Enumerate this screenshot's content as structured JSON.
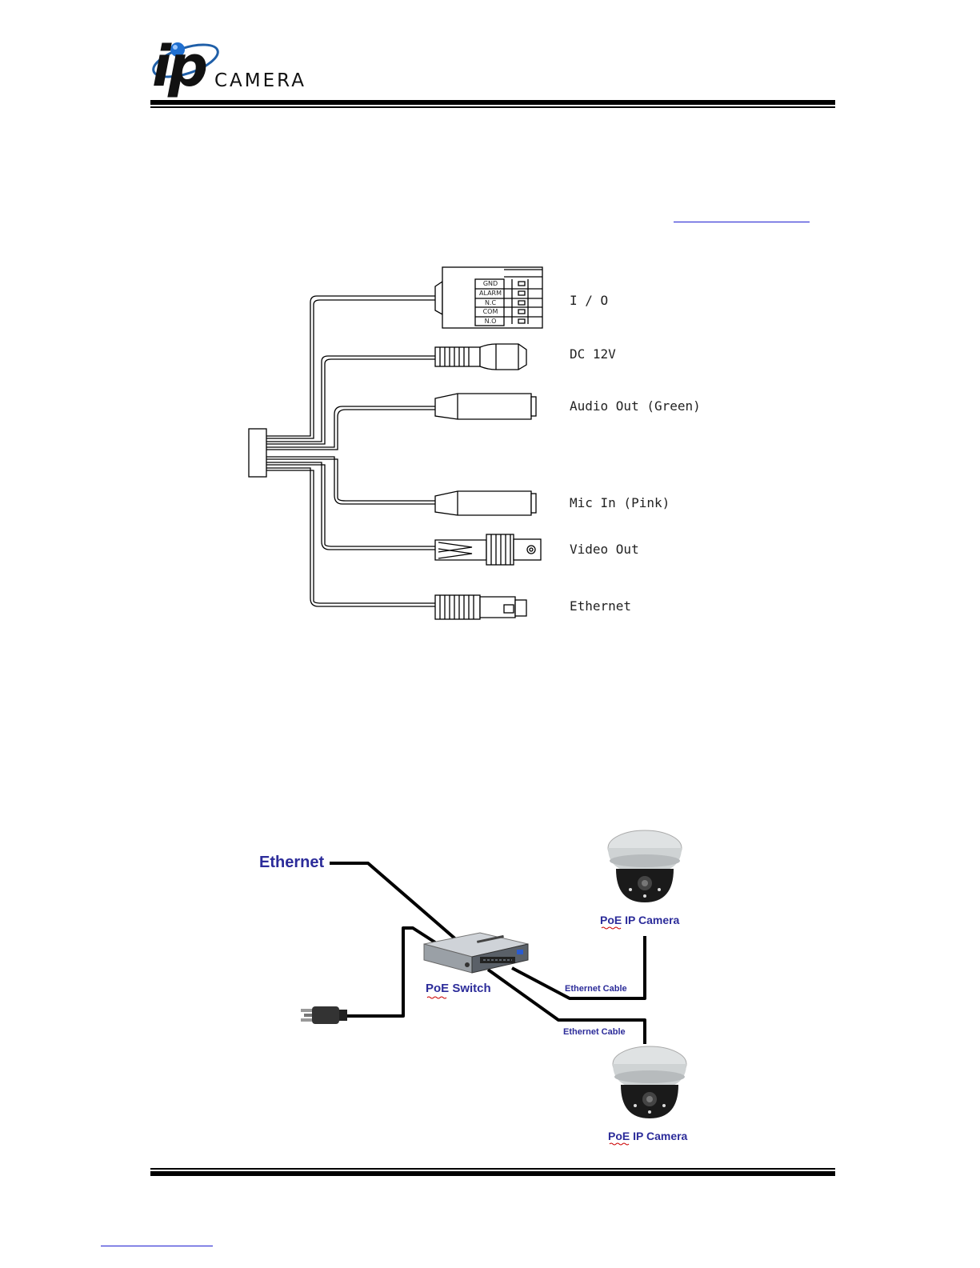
{
  "header": {
    "logo_ip": "ip",
    "logo_camera": "CAMERA"
  },
  "wiring_diagram": {
    "io_pins": [
      "GND",
      "ALARM",
      "N.C",
      "COM",
      "N.O"
    ],
    "connectors": [
      {
        "label": "I / O"
      },
      {
        "label": "DC 12V"
      },
      {
        "label": "Audio Out (Green)"
      },
      {
        "label": "Mic In (Pink)"
      },
      {
        "label": "Video Out"
      },
      {
        "label": "Ethernet"
      }
    ]
  },
  "poe_diagram": {
    "ethernet_label": "Ethernet",
    "switch_label": "PoE Switch",
    "camera_top_label": "PoE IP Camera",
    "camera_bottom_label": "PoE IP Camera",
    "cable_label_1": "Ethernet Cable",
    "cable_label_2": "Ethernet Cable"
  }
}
